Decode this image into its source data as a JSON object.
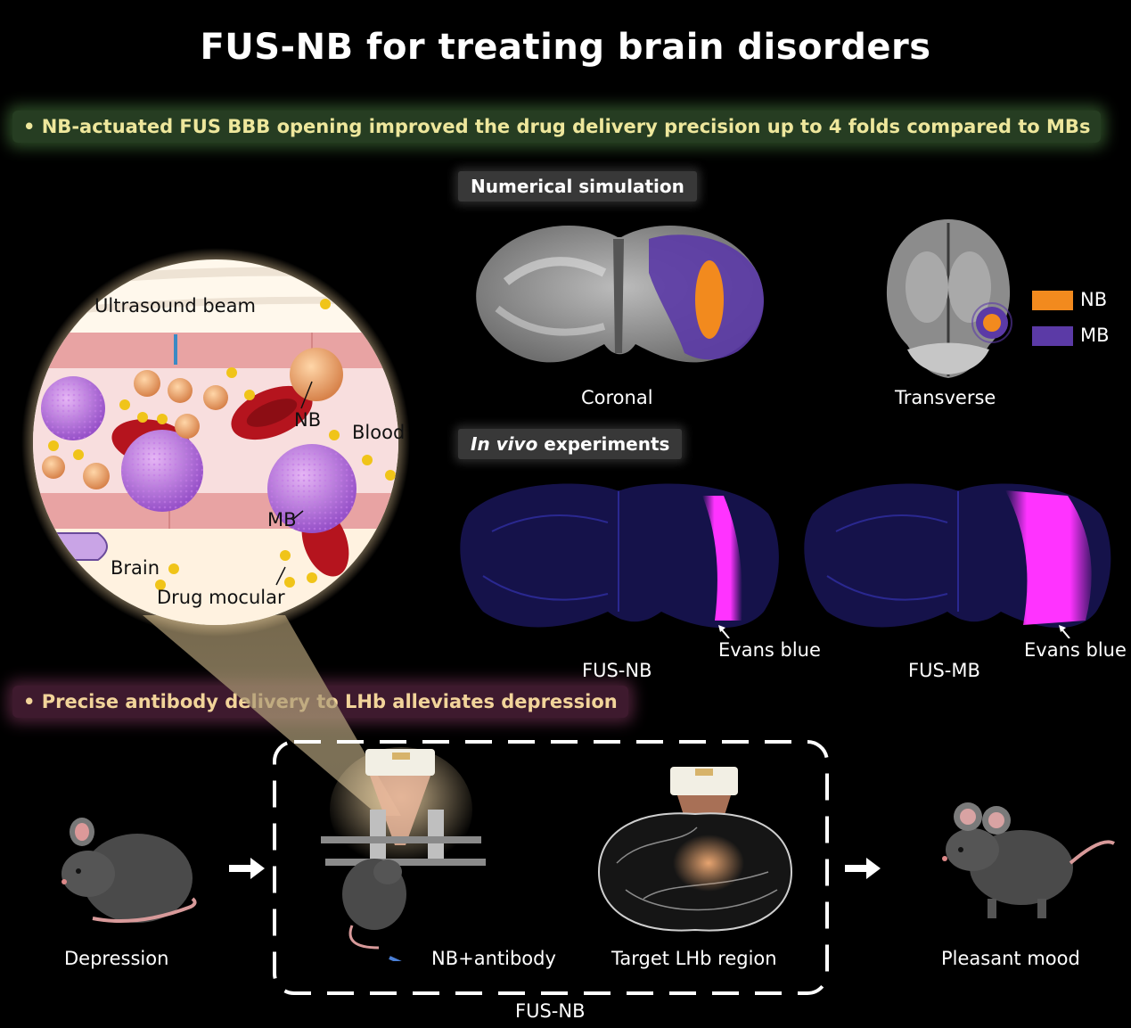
{
  "title": "FUS-NB for treating brain disorders",
  "highlights": {
    "top": "• NB-actuated FUS BBB opening improved the drug delivery precision up to 4 folds compared to MBs",
    "bottom": "• Precise antibody delivery to LHb alleviates depression"
  },
  "sections": {
    "simulation": "Numerical simulation",
    "in_vivo_italic": "In vivo",
    "in_vivo_rest": " experiments"
  },
  "simulation": {
    "coronal": "Coronal",
    "transverse": "Transverse",
    "legend": [
      {
        "label": "NB",
        "color": "#f28a1e"
      },
      {
        "label": "MB",
        "color": "#5b3aa6"
      }
    ]
  },
  "in_vivo": {
    "left_label": "FUS-NB",
    "right_label": "FUS-MB",
    "annotation": "Evans blue"
  },
  "inset": {
    "ultrasound": "Ultrasound beam",
    "nb": "NB",
    "blood": "Blood",
    "mb": "MB",
    "brain": "Brain",
    "drug": "Drug mocular"
  },
  "workflow": {
    "depression": "Depression",
    "nb_antibody": "NB+antibody",
    "target": "Target LHb region",
    "pleasant": "Pleasant mood",
    "box_label": "FUS-NB"
  },
  "colors": {
    "nb": "#f28a1e",
    "mb": "#5b3aa6",
    "evans_blue": "#ff33ff",
    "text_top_highlight": "#eee79c",
    "text_bottom_highlight": "#f2d49a"
  }
}
